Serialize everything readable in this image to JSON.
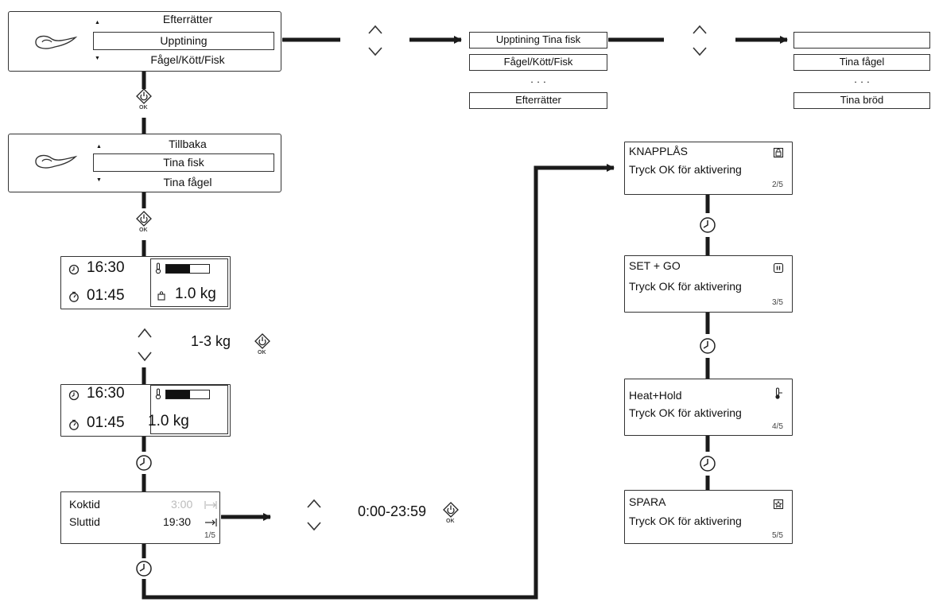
{
  "menu1": {
    "above": "Efterrätter",
    "selected": "Upptining",
    "below": "Fågel/Kött/Fisk"
  },
  "menu2": {
    "above": "Tillbaka",
    "selected": "Tina fisk",
    "below": "Tina fågel"
  },
  "list1": {
    "items": [
      "Upptining Tina fisk",
      "Fågel/Kött/Fisk",
      "· · ·",
      "Efterrätter"
    ]
  },
  "list2": {
    "items": [
      "",
      "Tina fågel",
      "· · ·",
      "Tina bröd"
    ]
  },
  "display1": {
    "time": "16:30",
    "duration": "01:45",
    "weight": "1.0 kg",
    "level": 0.55
  },
  "range_label": "1-3 kg",
  "display2": {
    "time": "16:30",
    "duration": "01:45",
    "weight": "1.0 kg",
    "level": 0.55
  },
  "cook_panel": {
    "row1_label": "Koktid",
    "row1_value": "3:00",
    "row2_label": "Sluttid",
    "row2_value": "19:30",
    "page": "1/5"
  },
  "time_range_label": "0:00-23:59",
  "ok_label": "OK",
  "func_panels": [
    {
      "title": "KNAPPLÅS",
      "text": "Tryck OK för aktivering",
      "page": "2/5",
      "icon": "lock-icon"
    },
    {
      "title": "SET + GO",
      "text": "Tryck OK för aktivering",
      "page": "3/5",
      "icon": "pause-icon"
    },
    {
      "title": "Heat+Hold",
      "text": "Tryck OK för aktivering",
      "page": "4/5",
      "icon": "thermometer-icon"
    },
    {
      "title": "SPARA",
      "text": "Tryck OK för aktivering",
      "page": "5/5",
      "icon": "memory-icon"
    }
  ],
  "colors": {
    "line": "#1a1a1a",
    "border": "#333333"
  }
}
